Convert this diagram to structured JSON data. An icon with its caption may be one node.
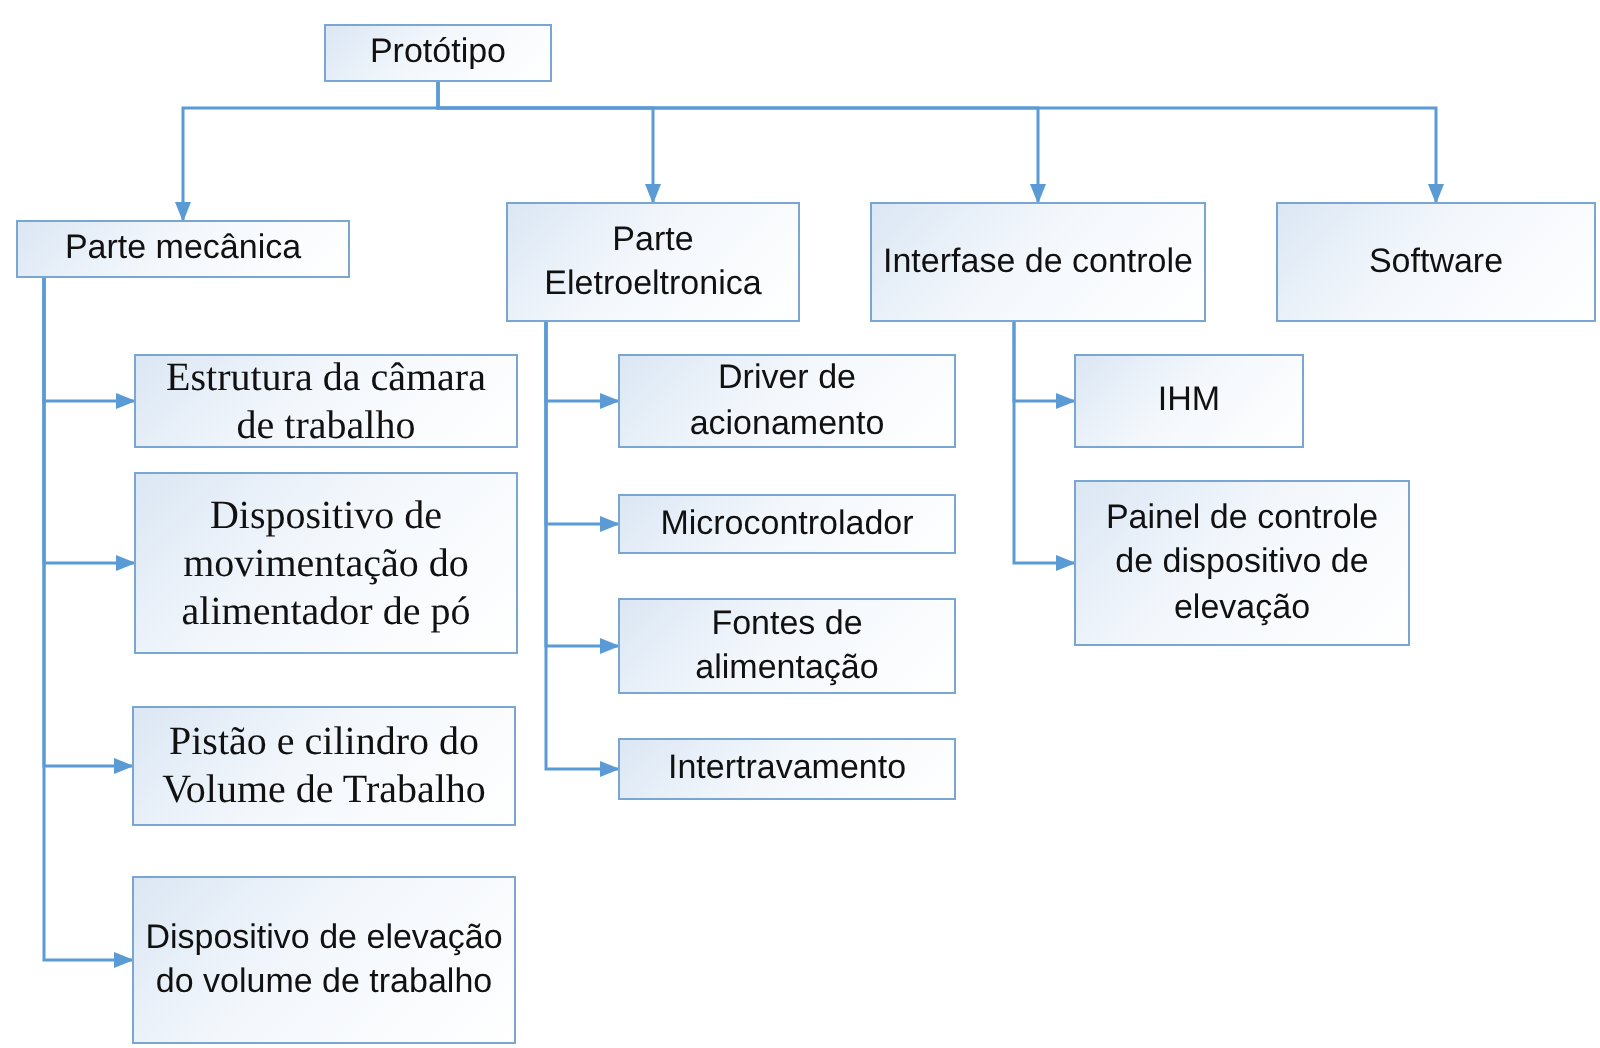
{
  "diagram": {
    "nodes": [
      {
        "text": [
          "Protótipo"
        ]
      },
      {
        "text": [
          "Parte mecânica"
        ]
      },
      {
        "text": [
          "Parte Eletroeltronica"
        ]
      },
      {
        "text": [
          "Interfase de controle"
        ]
      },
      {
        "text": [
          "Software"
        ]
      },
      {
        "text": [
          "Estrutura da câmara de trabalho"
        ]
      },
      {
        "text": [
          "Dispositivo de movimentação do alimentador de pó"
        ]
      },
      {
        "text": [
          "Pistão e cilindro do Volume de Trabalho"
        ]
      },
      {
        "text": [
          "Dispositivo de elevação do volume de trabalho"
        ]
      },
      {
        "text": [
          "Driver de acionamento"
        ]
      },
      {
        "text": [
          "Microcontrolador"
        ]
      },
      {
        "text": [
          "Fontes de alimentação"
        ]
      },
      {
        "text": [
          "Intertravamento"
        ]
      },
      {
        "text": [
          "IHM"
        ]
      },
      {
        "text": [
          "Painel de controle de dispositivo de elevação"
        ]
      }
    ],
    "edges": [
      {
        "from": 0,
        "to": 1,
        "arrow": "to"
      },
      {
        "from": 0,
        "to": 2,
        "arrow": "to"
      },
      {
        "from": 0,
        "to": 3,
        "arrow": "to"
      },
      {
        "from": 0,
        "to": 4,
        "arrow": "to"
      },
      {
        "from": 1,
        "to": 5,
        "arrow": "to"
      },
      {
        "from": 1,
        "to": 6,
        "arrow": "to"
      },
      {
        "from": 1,
        "to": 7,
        "arrow": "to"
      },
      {
        "from": 1,
        "to": 8,
        "arrow": "to"
      },
      {
        "from": 2,
        "to": 9,
        "arrow": "to"
      },
      {
        "from": 2,
        "to": 10,
        "arrow": "to"
      },
      {
        "from": 2,
        "to": 11,
        "arrow": "to"
      },
      {
        "from": 2,
        "to": 12,
        "arrow": "to"
      },
      {
        "from": 3,
        "to": 13,
        "arrow": "to"
      },
      {
        "from": 3,
        "to": 14,
        "arrow": "to"
      }
    ]
  }
}
